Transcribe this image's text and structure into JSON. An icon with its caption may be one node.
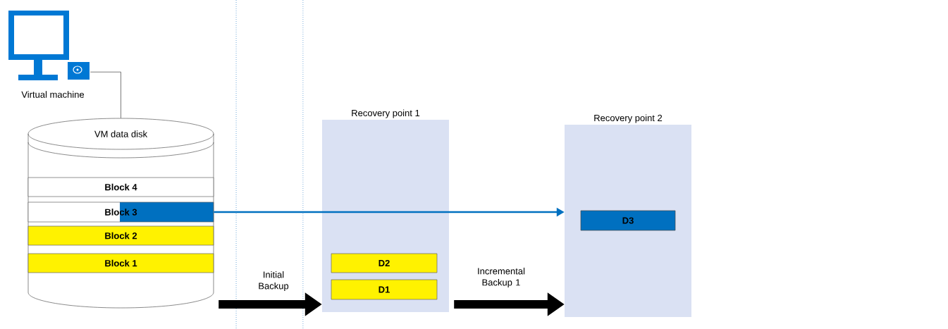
{
  "diagram": {
    "nodes": [
      {
        "text": [],
        "shape": "picture",
        "beside": [
          "Virtual machine"
        ]
      },
      {
        "text": [
          "VM data disk"
        ]
      },
      {
        "text": [
          "Block 4"
        ],
        "in": 1
      },
      {
        "text": [
          "Block 3"
        ],
        "in": 1
      },
      {
        "text": [
          "Block 2"
        ],
        "in": 1
      },
      {
        "text": [
          "Block 1"
        ],
        "in": 1
      },
      {
        "text": [
          "Recovery point 1"
        ]
      },
      {
        "text": [
          "D2"
        ],
        "in": 6
      },
      {
        "text": [
          "D1"
        ],
        "in": 6
      },
      {
        "text": [
          "Recovery point 2"
        ]
      },
      {
        "text": [
          "D3"
        ],
        "in": 9
      }
    ],
    "edges": [
      {
        "from": 0,
        "to": 1,
        "arrow": "none"
      },
      {
        "from": 3,
        "to": 9,
        "arrow": "to",
        "color": "#0070c0"
      },
      {
        "from": 1,
        "to": 6,
        "arrow": "to",
        "style": "thick",
        "label": "Initial Backup"
      },
      {
        "from": 6,
        "to": 9,
        "arrow": "to",
        "style": "thick",
        "label": "Incremental Backup 1"
      }
    ]
  }
}
